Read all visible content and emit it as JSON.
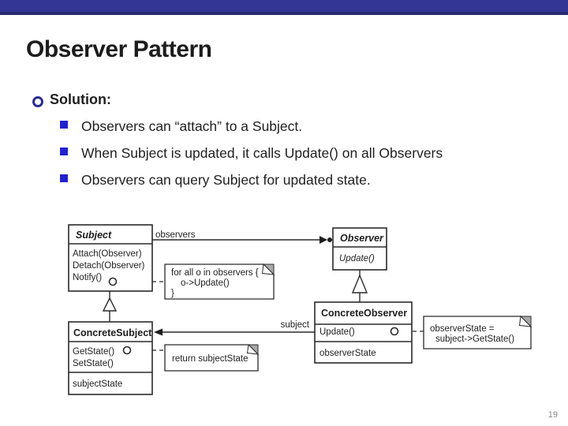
{
  "page": {
    "number": "19"
  },
  "header": {
    "title": "Observer Pattern"
  },
  "colors": {
    "top_bar": "#343695",
    "top_bar_border": "#2a2b6f",
    "bullet_square": "#2222cc",
    "bullet_ring": "#2b2d8f"
  },
  "bullets": {
    "solution_label": "Solution:",
    "items": [
      "Observers can “attach” to a Subject.",
      "When Subject is updated, it calls Update() on all Observers",
      "Observers can query Subject for updated state."
    ]
  },
  "diagram": {
    "classes": {
      "subject": {
        "name": "Subject",
        "methods": [
          "Attach(Observer)",
          "Detach(Observer)",
          "Notify()"
        ]
      },
      "observer": {
        "name": "Observer",
        "methods": [
          "Update()"
        ]
      },
      "concrete_subject": {
        "name": "ConcreteSubject",
        "methods": [
          "GetState()",
          "SetState()"
        ],
        "attributes": [
          "subjectState"
        ]
      },
      "concrete_observer": {
        "name": "ConcreteObserver",
        "methods": [
          "Update()"
        ],
        "attributes": [
          "observerState"
        ]
      }
    },
    "notes": {
      "notify_impl": {
        "lines": [
          "for all o in observers {",
          "o->Update()",
          "}"
        ]
      },
      "getstate_impl": {
        "lines": [
          "return subjectState"
        ]
      },
      "update_impl": {
        "lines": [
          "observerState =",
          "subject->GetState()"
        ]
      }
    },
    "edge_labels": {
      "observers": "observers",
      "subject": "subject"
    }
  }
}
